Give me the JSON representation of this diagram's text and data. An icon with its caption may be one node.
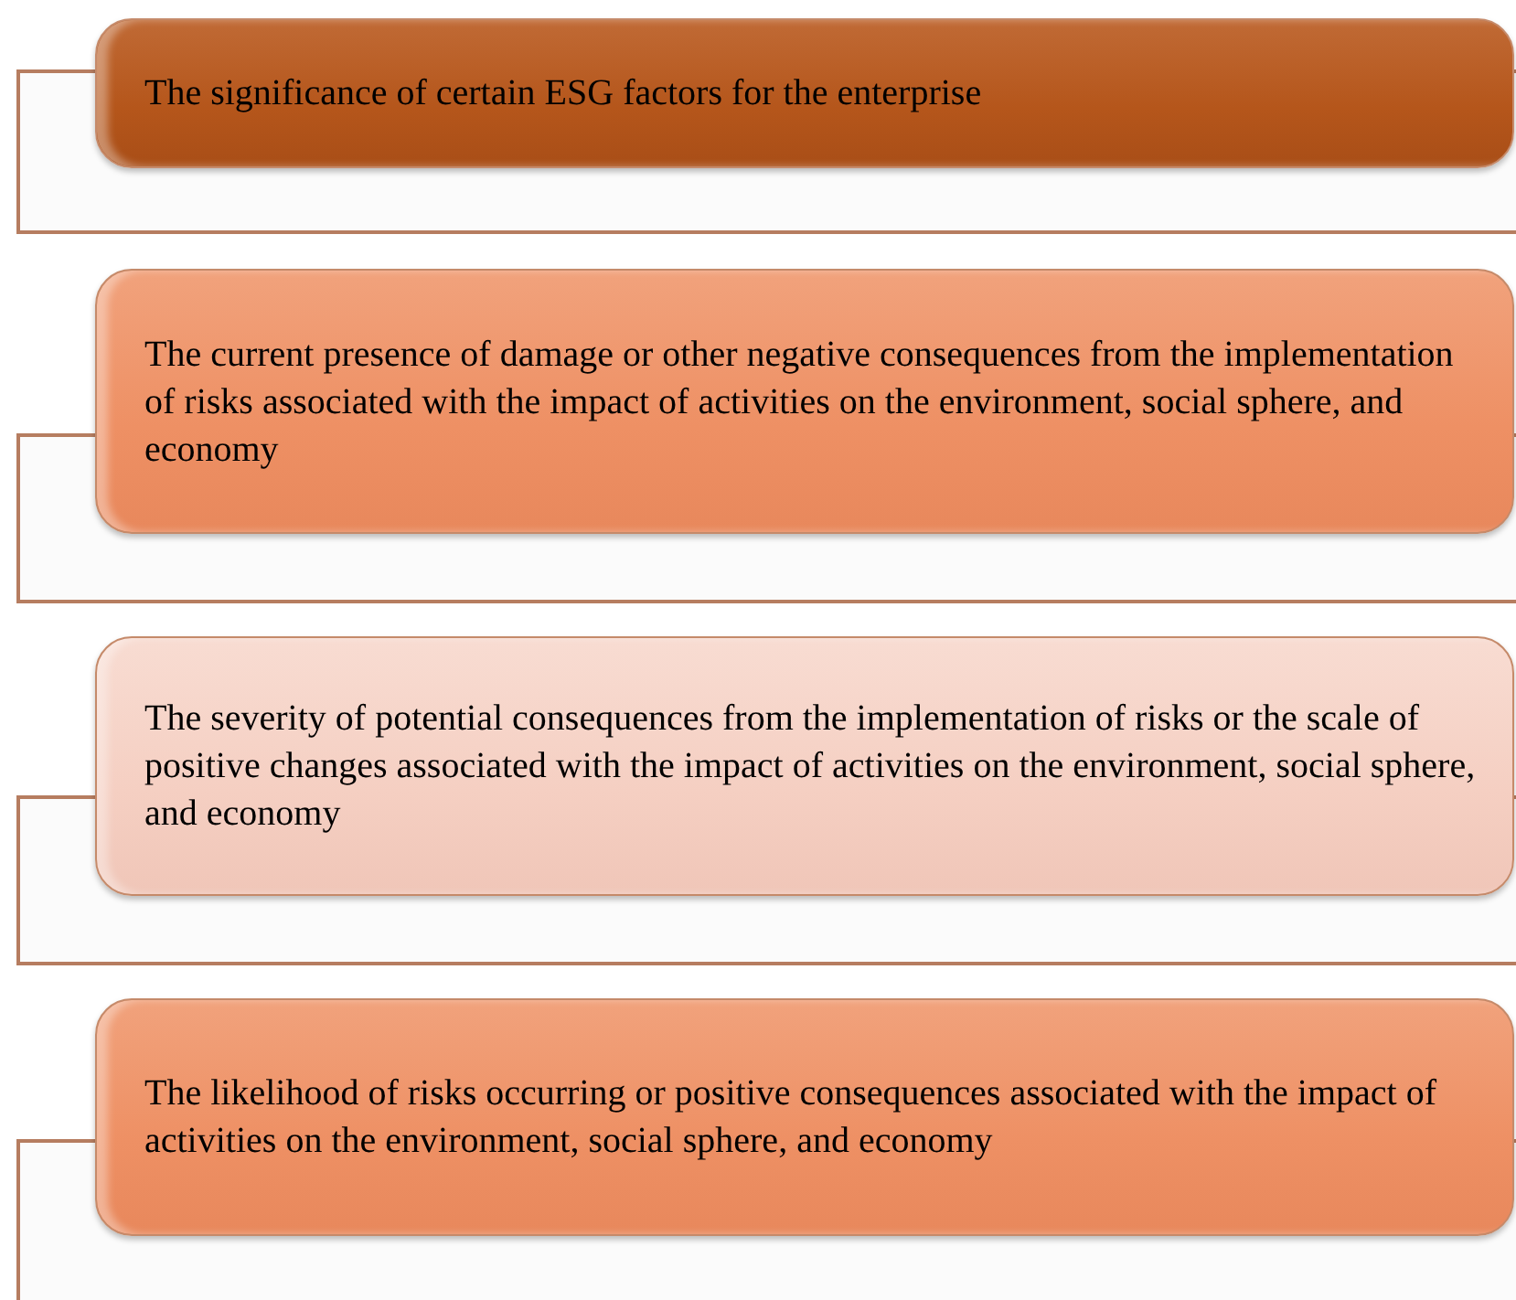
{
  "diagram": {
    "nodes": [
      {
        "text": [
          "The significance of certain ESG factors for the enterprise"
        ]
      },
      {
        "text": [
          "The current presence of damage or other negative consequences from the implementation of risks associated with the impact of activities on the environment, social sphere, and economy"
        ]
      },
      {
        "text": [
          "The severity of potential consequences from the implementation of risks or the scale of positive changes associated with the impact of activities on the environment, social sphere, and economy"
        ]
      },
      {
        "text": [
          "The likelihood of risks occurring or positive consequences associated with the impact of activities on the environment, social sphere, and economy"
        ]
      }
    ]
  }
}
